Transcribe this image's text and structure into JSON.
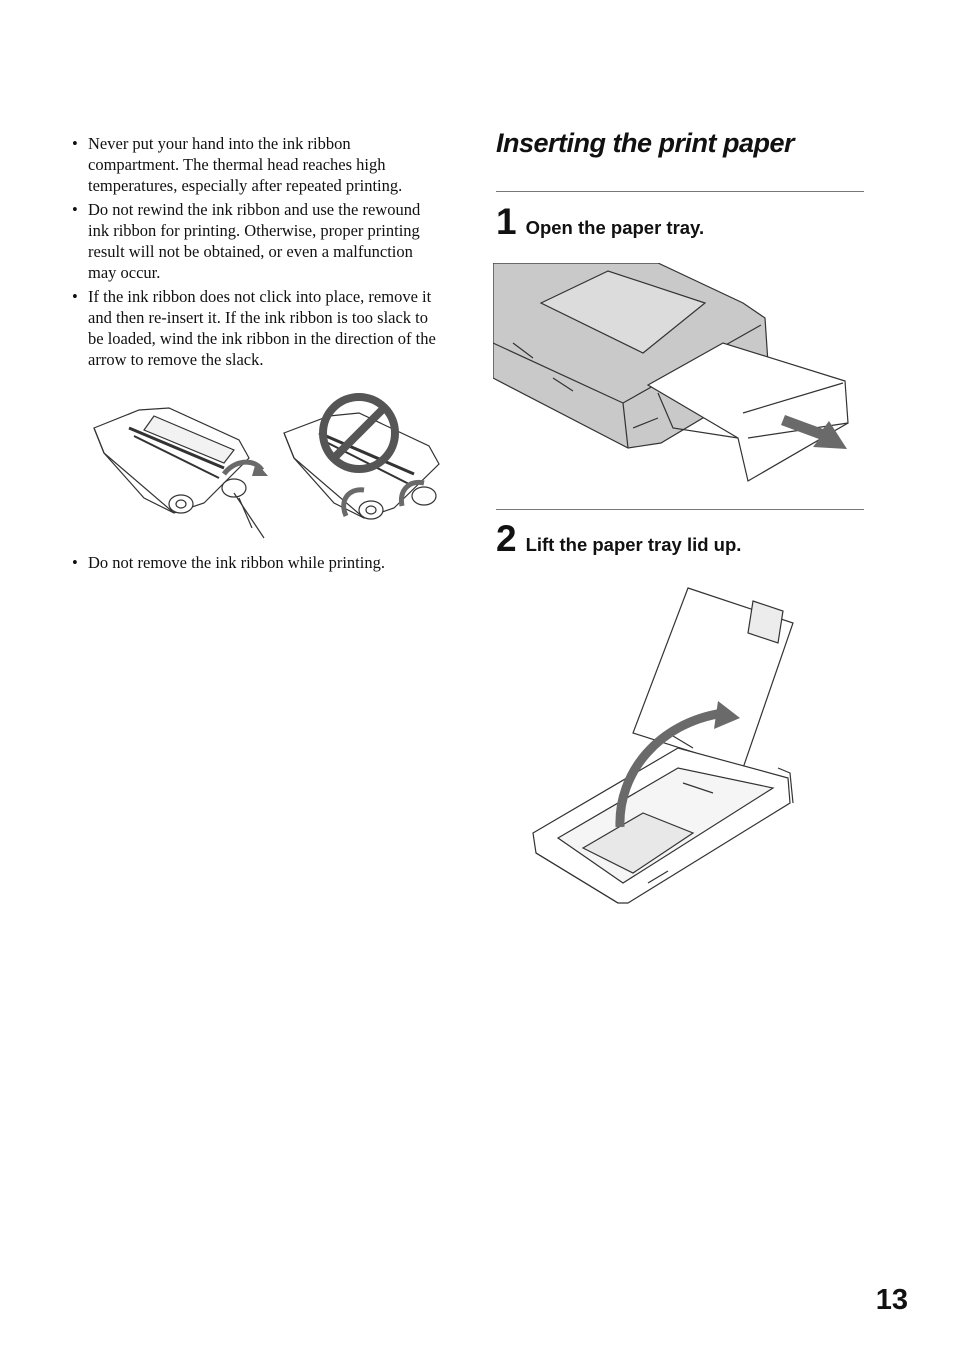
{
  "left_column": {
    "notes": [
      {
        "text": "Never put your hand into the ink ribbon compartment. The thermal head reaches high temperatures, especially after repeated printing."
      },
      {
        "text": "Do not rewind the ink ribbon and use the rewound ink ribbon for printing. Otherwise, proper printing result will not be obtained, or even a malfunction may occur."
      },
      {
        "text": "If the ink ribbon does not click into place, remove it and then re-insert it. If the ink ribbon is too slack to be loaded, wind the ink ribbon in the direction of the arrow to remove the slack."
      }
    ],
    "last_note": "Do not remove the ink ribbon while printing."
  },
  "right_column": {
    "section_title": "Inserting the print paper",
    "steps": [
      {
        "number": "1",
        "text": "Open the paper tray."
      },
      {
        "number": "2",
        "text": "Lift the paper tray lid up."
      }
    ]
  },
  "page_number": "13",
  "colors": {
    "prohibition": "#555555",
    "arrow": "#6a6a6a",
    "printer_body": "#c9c9c9"
  },
  "icons": [
    "prohibition-icon",
    "wind-arrow-icon",
    "pull-arrow-icon",
    "lift-arrow-icon"
  ]
}
